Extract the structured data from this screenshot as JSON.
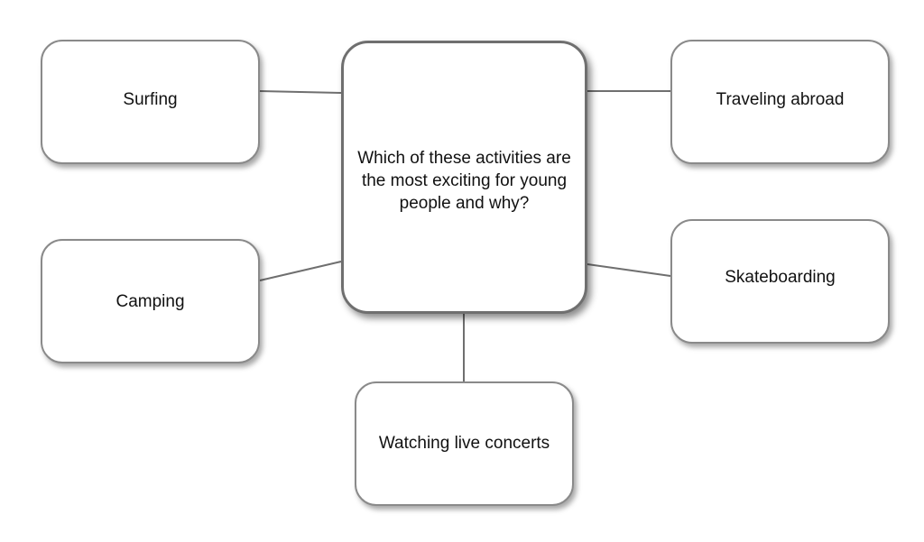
{
  "diagram": {
    "central_question": "Which of these activities are the most exciting for young people and why?",
    "nodes": {
      "surfing": "Surfing",
      "camping": "Camping",
      "traveling_abroad": "Traveling abroad",
      "skateboarding": "Skateboarding",
      "watching_live_concerts": "Watching live concerts"
    },
    "line_color": "#6f6f6f",
    "border_color": "#8a8a8a"
  }
}
